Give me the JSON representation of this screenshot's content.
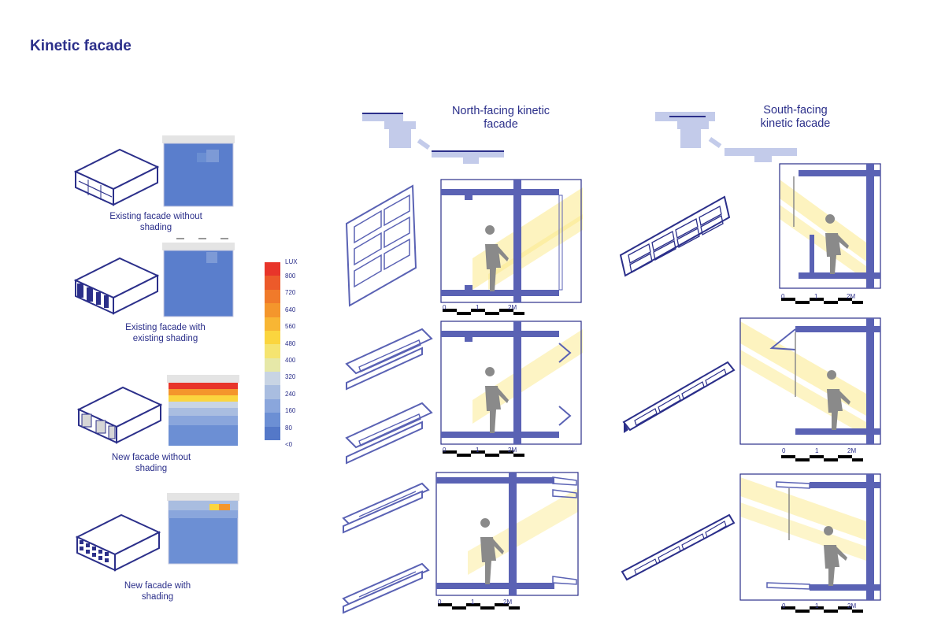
{
  "title": "Kinetic facade",
  "scenarios": [
    {
      "caption": "Existing facade without\nshading"
    },
    {
      "caption": "Existing facade with\nexisting shading"
    },
    {
      "caption": "New facade without\nshading"
    },
    {
      "caption": "New facade with\nshading"
    }
  ],
  "legend": {
    "unit": "LUX",
    "labels": [
      "800",
      "720",
      "640",
      "560",
      "480",
      "400",
      "320",
      "240",
      "160",
      "80",
      "<0"
    ],
    "colors": [
      "#e8352a",
      "#ec5a2a",
      "#f07a2a",
      "#f4962c",
      "#f8b634",
      "#fbd53e",
      "#f5e470",
      "#e6e8a8",
      "#c8d4e4",
      "#a9bde0",
      "#8aa6dc",
      "#6c8fd4",
      "#5478c8"
    ]
  },
  "north": {
    "heading": "North-facing kinetic\nfacade"
  },
  "south": {
    "heading": "South-facing\nkinetic facade"
  },
  "scale": {
    "labels": [
      "0",
      "1",
      "2M"
    ]
  },
  "colors": {
    "navy": "#2b2f8a",
    "facade": "#5a62b4",
    "light": "#c3cbea",
    "sun": "#fbe98a"
  }
}
